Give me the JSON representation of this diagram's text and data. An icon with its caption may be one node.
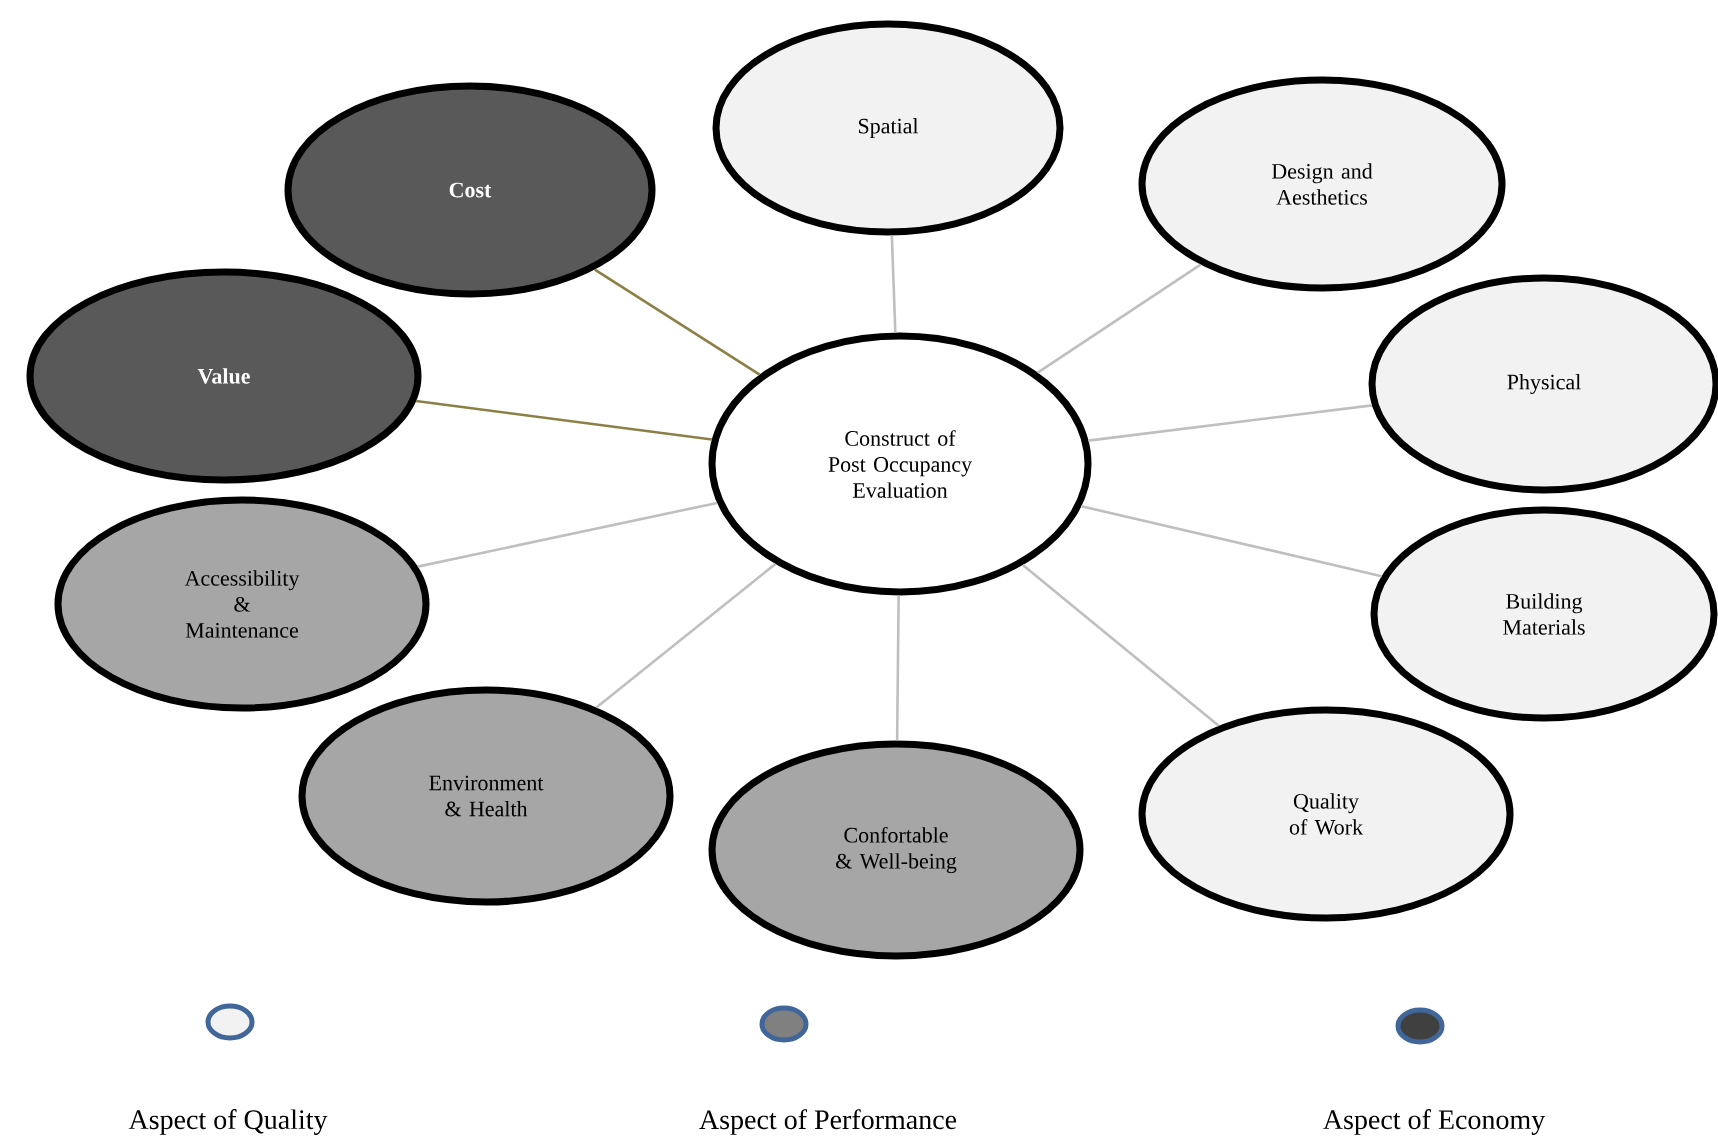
{
  "diagram": {
    "nodes": [
      {
        "text": [
          "Construct of Post Occupancy Evaluation"
        ]
      },
      {
        "text": [
          "Spatial"
        ]
      },
      {
        "text": [
          "Cost"
        ]
      },
      {
        "text": [
          "Design and Aesthetics"
        ]
      },
      {
        "text": [
          "Value"
        ]
      },
      {
        "text": [
          "Physical"
        ]
      },
      {
        "text": [
          "Accessibility & Maintenance"
        ]
      },
      {
        "text": [
          "Building Materials"
        ]
      },
      {
        "text": [
          "Environment & Health"
        ]
      },
      {
        "text": [
          "Confortable & Well-being"
        ]
      },
      {
        "text": [
          "Quality of Work"
        ]
      }
    ],
    "edges": [
      {
        "from": 0,
        "to": 1,
        "arrow": "none"
      },
      {
        "from": 0,
        "to": 2,
        "arrow": "none",
        "color": "#8c8046"
      },
      {
        "from": 0,
        "to": 3,
        "arrow": "none"
      },
      {
        "from": 0,
        "to": 4,
        "arrow": "none",
        "color": "#8c8046"
      },
      {
        "from": 0,
        "to": 5,
        "arrow": "none"
      },
      {
        "from": 0,
        "to": 6,
        "arrow": "none"
      },
      {
        "from": 0,
        "to": 7,
        "arrow": "none"
      },
      {
        "from": 0,
        "to": 8,
        "arrow": "none"
      },
      {
        "from": 0,
        "to": 9,
        "arrow": "none"
      },
      {
        "from": 0,
        "to": 10,
        "arrow": "none"
      }
    ],
    "legend": [
      {
        "text": "Aspect of Quality",
        "color": "#f2f2f2"
      },
      {
        "text": "Aspect of Performance",
        "color": "#808080"
      },
      {
        "text": "Aspect of Economy",
        "color": "#404040"
      }
    ]
  }
}
